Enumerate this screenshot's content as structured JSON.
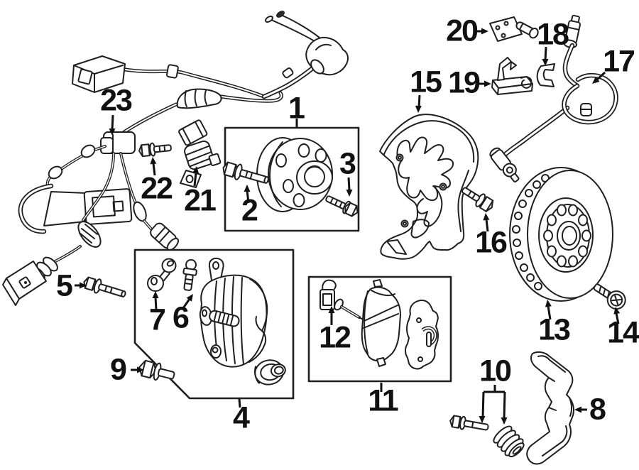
{
  "colors": {
    "background": "#ffffff",
    "ink": "#1f1f1f",
    "label": "#111111"
  },
  "callouts": {
    "n1": {
      "label": "1"
    },
    "n2": {
      "label": "2"
    },
    "n3": {
      "label": "3"
    },
    "n4": {
      "label": "4"
    },
    "n5": {
      "label": "5"
    },
    "n6": {
      "label": "6"
    },
    "n7": {
      "label": "7"
    },
    "n8": {
      "label": "8"
    },
    "n9": {
      "label": "9"
    },
    "n10": {
      "label": "10"
    },
    "n11": {
      "label": "11"
    },
    "n12": {
      "label": "12"
    },
    "n13": {
      "label": "13"
    },
    "n14": {
      "label": "14"
    },
    "n15": {
      "label": "15"
    },
    "n16": {
      "label": "16"
    },
    "n17": {
      "label": "17"
    },
    "n18": {
      "label": "18"
    },
    "n19": {
      "label": "19"
    },
    "n20": {
      "label": "20"
    },
    "n21": {
      "label": "21"
    },
    "n22": {
      "label": "22"
    },
    "n23": {
      "label": "23"
    }
  }
}
